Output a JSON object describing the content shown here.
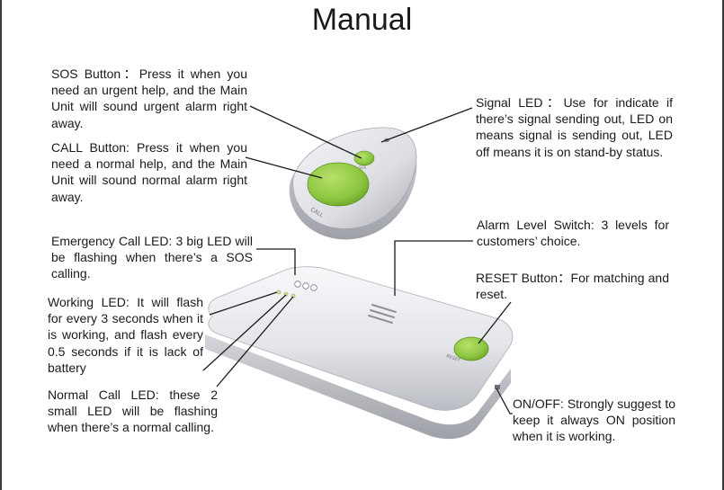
{
  "page": {
    "title": "Manual"
  },
  "annotations": {
    "sos_button": "SOS Button：Press it when you need an urgent help, and the Main Unit will sound urgent alarm right away.",
    "call_button": "CALL Button: Press it when you need a normal help, and the Main Unit will sound normal alarm right away.",
    "emergency_call_led": "Emergency Call LED: 3 big LED will be flashing when there’s a SOS calling.",
    "working_led": "Working LED: It will flash for every 3 seconds when it is working, and flash every 0.5 seconds if it is lack of battery",
    "normal_call_led": "Normal Call LED: these 2 small LED will be flashing when there’s a normal calling.",
    "signal_led": "Signal LED：Use for indicate if there’s signal sending out, LED on means signal is sending out, LED off means it is on stand-by status.",
    "alarm_level_switch": "Alarm Level Switch: 3 levels for customers’ choice.",
    "reset_button": "RESET Button：For matching and reset.",
    "on_off": "ON/OFF: Strongly suggest to keep it always ON position when it is working."
  },
  "device_labels": {
    "remote_call": "CALL",
    "remote_sos": "SOS",
    "main_reset": "RESET"
  },
  "colors": {
    "button_green": "#8cc63f",
    "device_body": "#e4e6ea",
    "leader_line": "#1a1a1a"
  }
}
